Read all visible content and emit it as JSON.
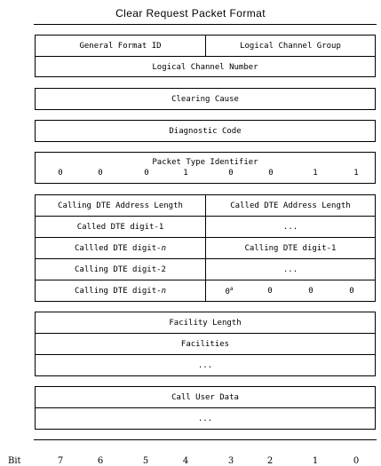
{
  "title": "Clear Request Packet Format",
  "header_block": {
    "general_format_id": "General Format ID",
    "logical_channel_group": "Logical Channel Group",
    "logical_channel_number": "Logical Channel Number"
  },
  "clearing_cause": "Clearing Cause",
  "diagnostic_code": "Diagnostic Code",
  "packet_type": {
    "label": "Packet Type Identifier",
    "bits": [
      "0",
      "0",
      "0",
      "1",
      "0",
      "0",
      "1",
      "1"
    ]
  },
  "address_block": {
    "calling_length": "Calling DTE Address Length",
    "called_length": "Called DTE Address Length",
    "called_digit_1": "Called DTE digit-1",
    "ellipsis_1": "...",
    "called_digit_n_prefix": "Callled DTE digit-",
    "called_digit_n_var": "n",
    "calling_digit_1": "Calling DTE digit-1",
    "calling_digit_2": "Calling DTE digit-2",
    "ellipsis_2": "...",
    "calling_digit_n_prefix": "Calling DTE digit-",
    "calling_digit_n_var": "n",
    "pad_bits": [
      "0",
      "0",
      "0",
      "0"
    ],
    "pad_marker": "a"
  },
  "facility_block": {
    "facility_length": "Facility Length",
    "facilities": "Facilities",
    "ellipsis": "..."
  },
  "user_data_block": {
    "call_user_data": "Call User Data",
    "ellipsis": "..."
  },
  "bit_axis": {
    "label": "Bit",
    "numbers": [
      "7",
      "6",
      "5",
      "4",
      "3",
      "2",
      "1",
      "0"
    ]
  }
}
